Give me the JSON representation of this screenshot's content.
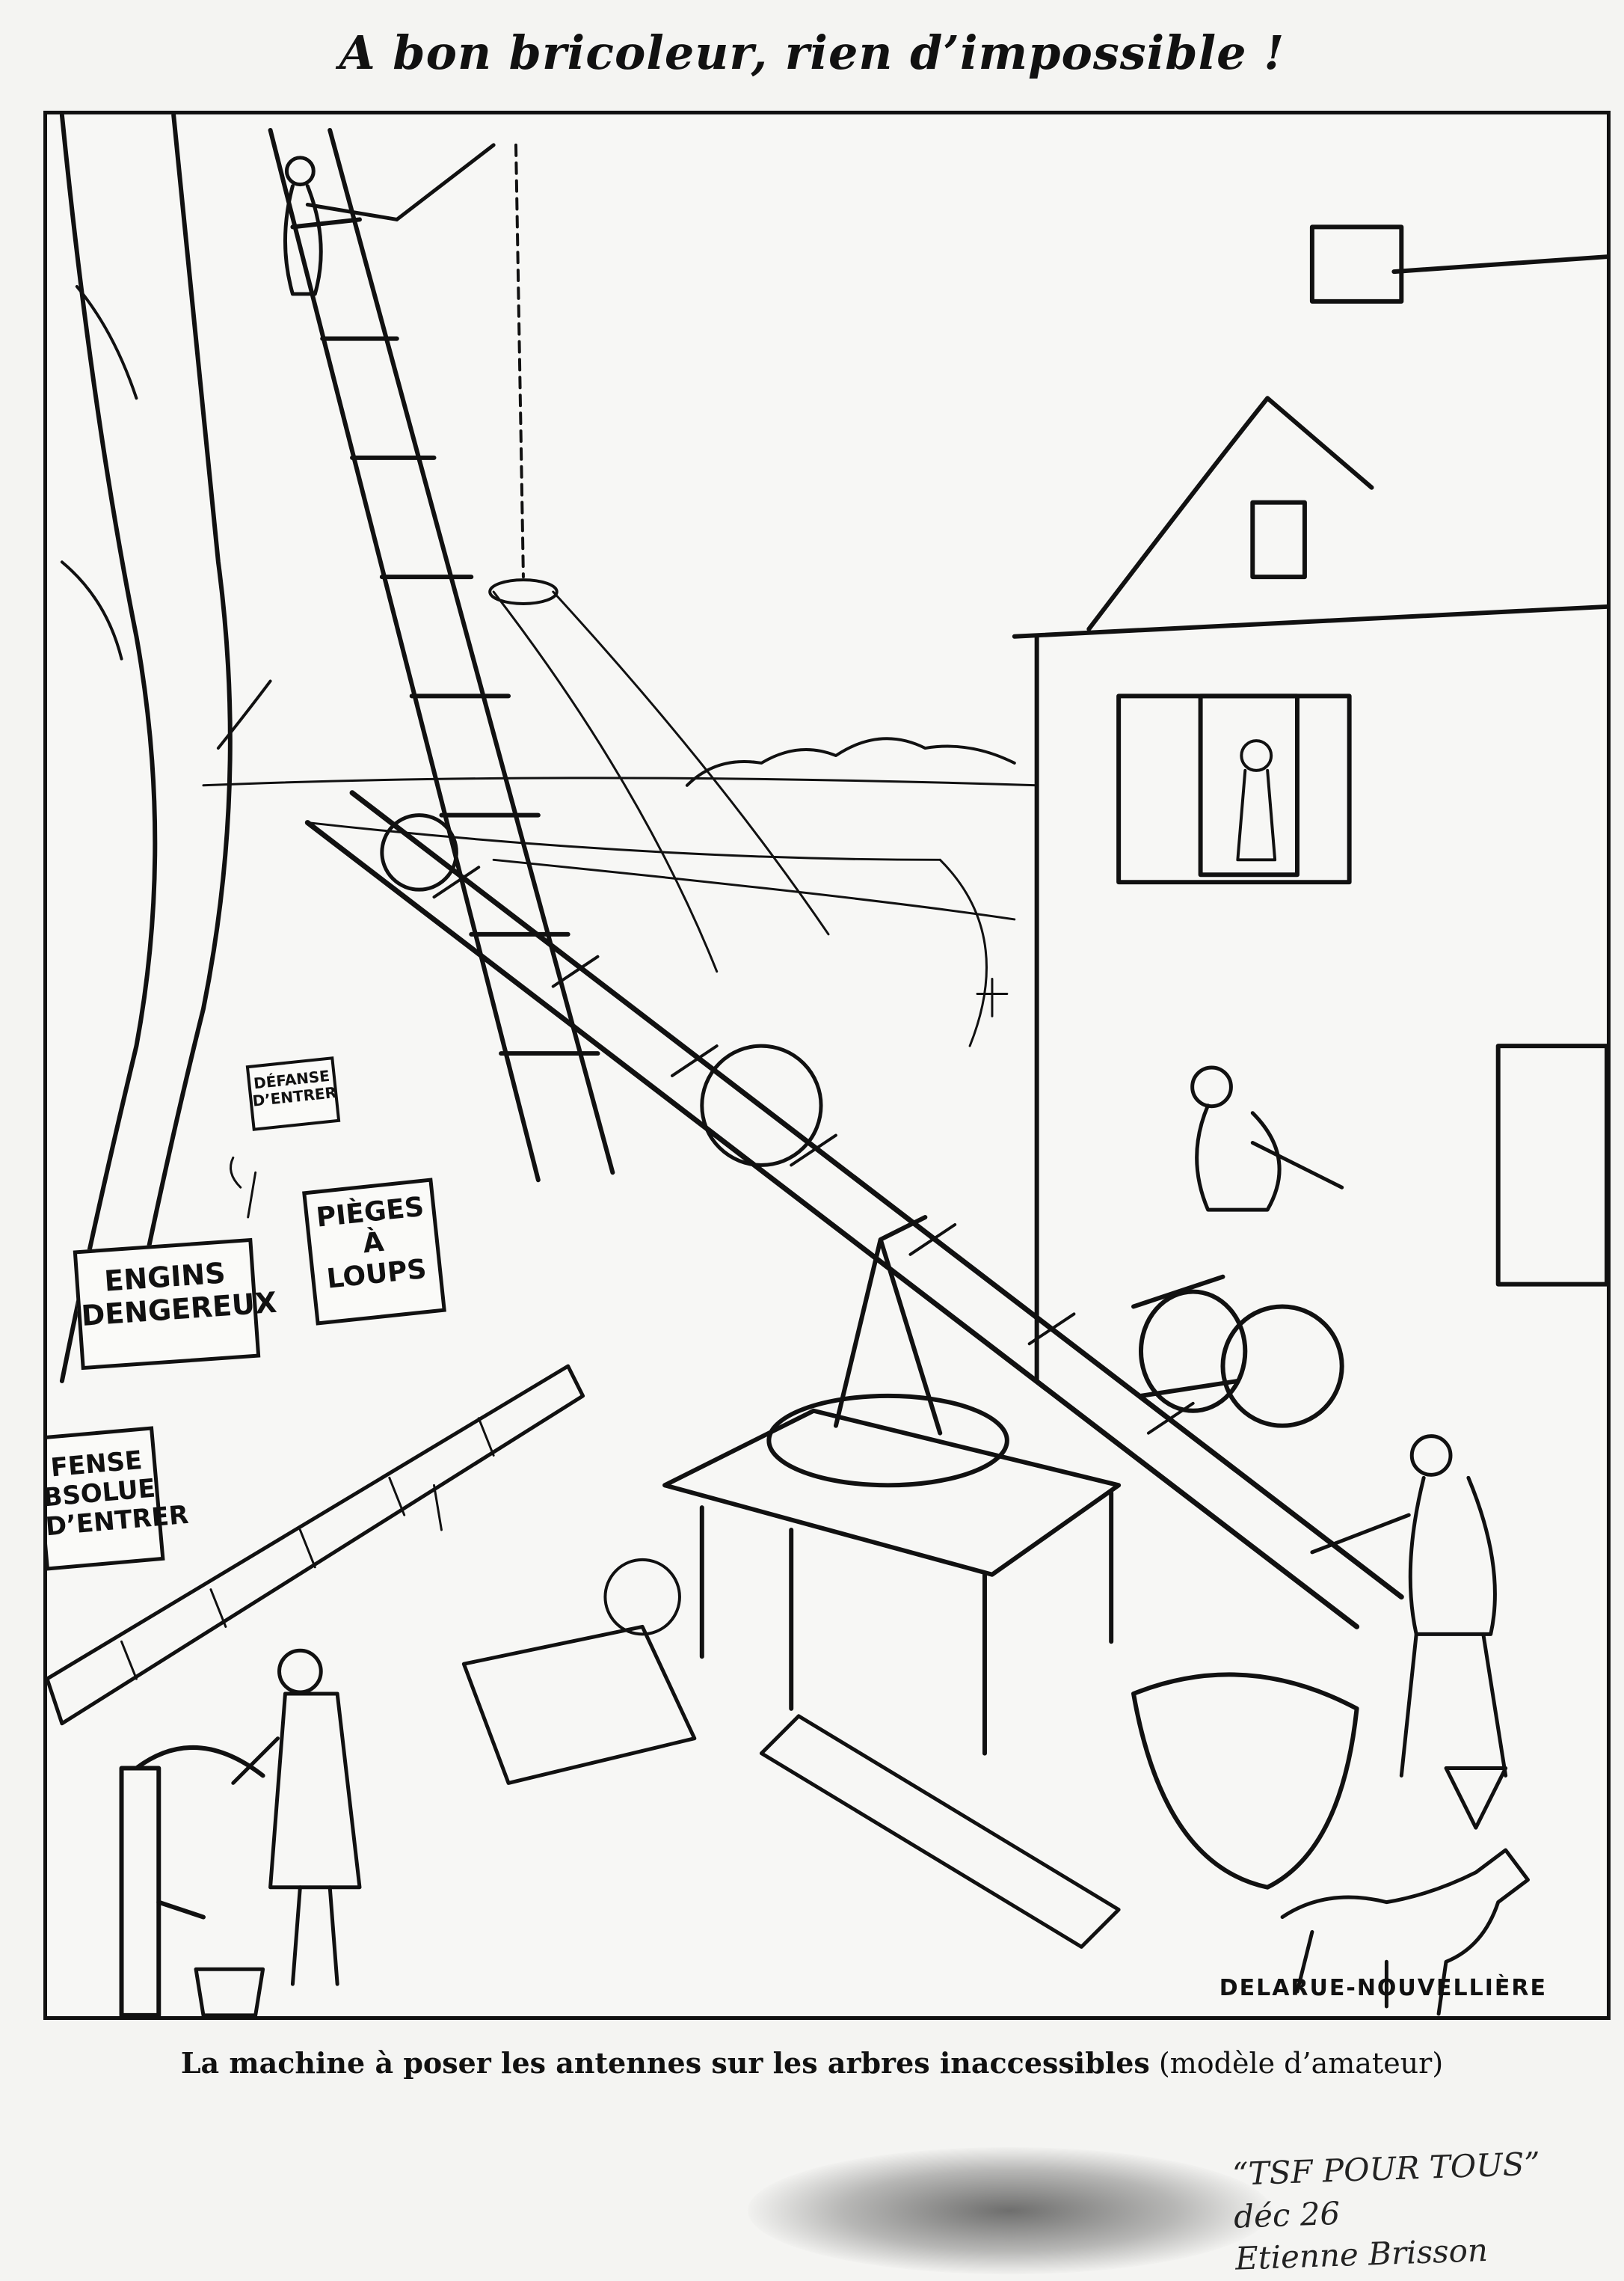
{
  "title": "A bon bricoleur, rien d’impossible !",
  "signs": {
    "engins": "ENGINS\nDENGEREUX",
    "pieges": "PIÈGES\nÀ\nLOUPS",
    "defanse": "DÉFANSE\nD’ENTRER",
    "defense_absolue": "FENSE\nBSOLUE\nD’ENTRER"
  },
  "artist_signature": "DELARUE-NOUVELLIÈRE",
  "caption": {
    "main": "La machine à poser les antennes sur les arbres inaccessibles",
    "sub": "(modèle d’amateur)"
  },
  "handwritten_note": {
    "line1": "“TSF POUR TOUS” déc 26",
    "line2": "Etienne Brisson"
  },
  "colors": {
    "ink": "#111111",
    "paper": "#f4f4f2"
  }
}
